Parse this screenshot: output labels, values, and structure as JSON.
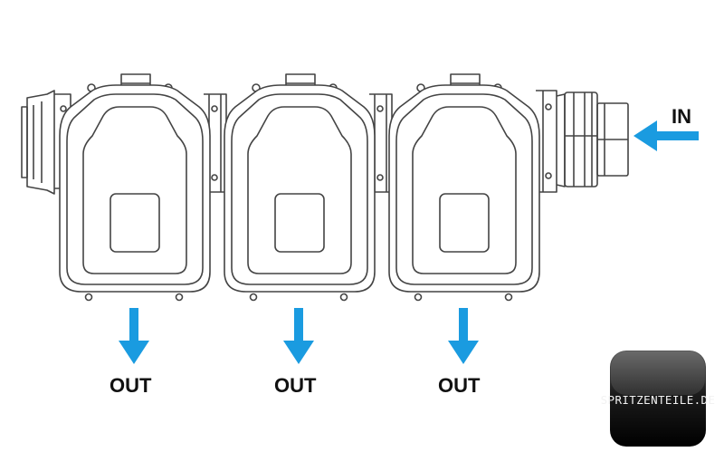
{
  "diagram": {
    "inlet_label": "IN",
    "outlets": [
      {
        "label": "OUT"
      },
      {
        "label": "OUT"
      },
      {
        "label": "OUT"
      }
    ],
    "arrow_color": "#1a9be0",
    "line_color": "#444444"
  },
  "logo": {
    "text": "SPRITZENTEILE.DE"
  }
}
